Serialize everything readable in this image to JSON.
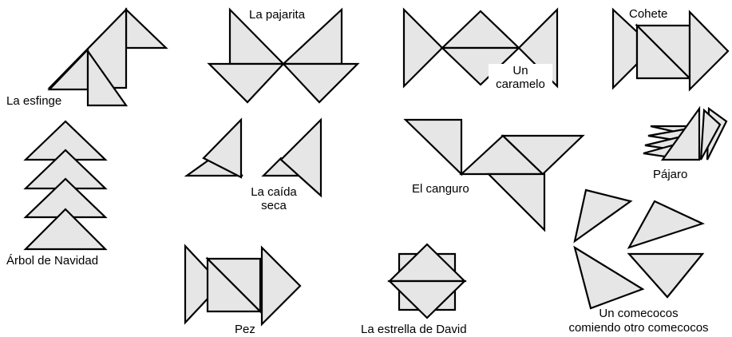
{
  "figures": [
    {
      "id": "esfinge",
      "label": "La esfinge"
    },
    {
      "id": "pajarita",
      "label": "La pajarita"
    },
    {
      "id": "caramelo",
      "label_lines": [
        "Un",
        "caramelo"
      ]
    },
    {
      "id": "cohete",
      "label": "Cohete"
    },
    {
      "id": "arbol",
      "label": "Árbol de Navidad"
    },
    {
      "id": "caida",
      "label_lines": [
        "La caída",
        "seca"
      ]
    },
    {
      "id": "canguro",
      "label": "El canguro"
    },
    {
      "id": "pajaro",
      "label": "Pájaro"
    },
    {
      "id": "pez",
      "label": "Pez"
    },
    {
      "id": "estrella",
      "label": "La estrella de David"
    },
    {
      "id": "comecocos",
      "label_lines": [
        "Un comecocos",
        "comiendo otro comecocos"
      ]
    }
  ]
}
